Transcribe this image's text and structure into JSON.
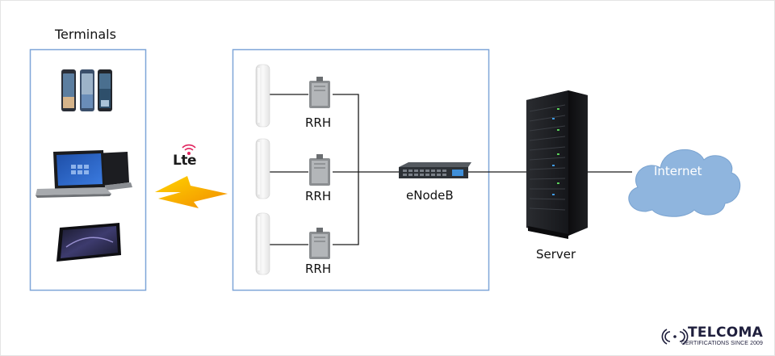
{
  "labels": {
    "terminals": "Terminals",
    "rrh": [
      "RRH",
      "RRH",
      "RRH"
    ],
    "enodeb": "eNodeB",
    "server": "Server",
    "internet": "Internet",
    "lte": "Lte"
  },
  "logo": {
    "name": "TELCOMA",
    "tagline": "CERTIFICATIONS SINCE 2009"
  },
  "colors": {
    "group_border": "#7fa6d8",
    "cloud_fill": "#8fb5de",
    "lightning": "#f7b500",
    "lte_signal": "#e0245e",
    "logo_text": "#1f1f3d"
  },
  "icons": [
    "smartphones-icon",
    "laptop-icon",
    "tablet-icon",
    "lte-icon",
    "lightning-icon",
    "antenna-icon",
    "rrh-unit-icon",
    "enodeb-switch-icon",
    "server-rack-icon",
    "internet-cloud-icon",
    "telcoma-signal-icon"
  ]
}
